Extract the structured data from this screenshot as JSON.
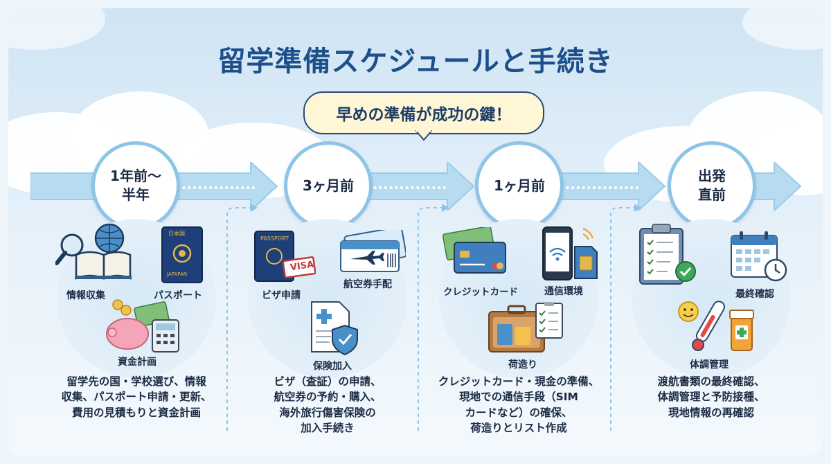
{
  "title": "留学準備スケジュールと手続き",
  "callout": "早めの準備が成功の鍵！",
  "stages": [
    {
      "badge_lines": [
        "1年前〜",
        "半年"
      ],
      "items": [
        "情報収集",
        "パスポート",
        "資金計画"
      ],
      "description_lines": [
        "留学先の国・学校選び、情報",
        "収集、パスポート申請・更新、",
        "費用の見積もりと資金計画"
      ]
    },
    {
      "badge_lines": [
        "3ヶ月前"
      ],
      "items": [
        "ビザ申請",
        "航空券手配",
        "保険加入"
      ],
      "description_lines": [
        "ビザ（査証）の申請、",
        "航空券の予約・購入、",
        "海外旅行傷害保険の",
        "加入手続き"
      ]
    },
    {
      "badge_lines": [
        "1ヶ月前"
      ],
      "items": [
        "クレジットカード",
        "通信環境",
        "荷造り"
      ],
      "description_lines": [
        "クレジットカード・現金の準備、",
        "現地での通信手段（SIM",
        "カードなど）の確保、",
        "荷造りとリスト作成"
      ]
    },
    {
      "badge_lines": [
        "出発",
        "直前"
      ],
      "items": [
        "最終確認",
        "体調管理"
      ],
      "description_lines": [
        "渡航書類の最終確認、",
        "体調管理と予防接種、",
        "現地情報の再確認"
      ]
    }
  ],
  "icons": {
    "passport_cover": [
      "日本国",
      "JAPAPAN"
    ],
    "passport_2": "PASSPORT",
    "visa_stamp": "VISA",
    "sim_card": "SIM"
  },
  "colors": {
    "title": "#1d4f8a",
    "arrow": "#b7dcf1",
    "badge_border": "#8ec4e6",
    "callout_bg": "#fff6d6"
  }
}
